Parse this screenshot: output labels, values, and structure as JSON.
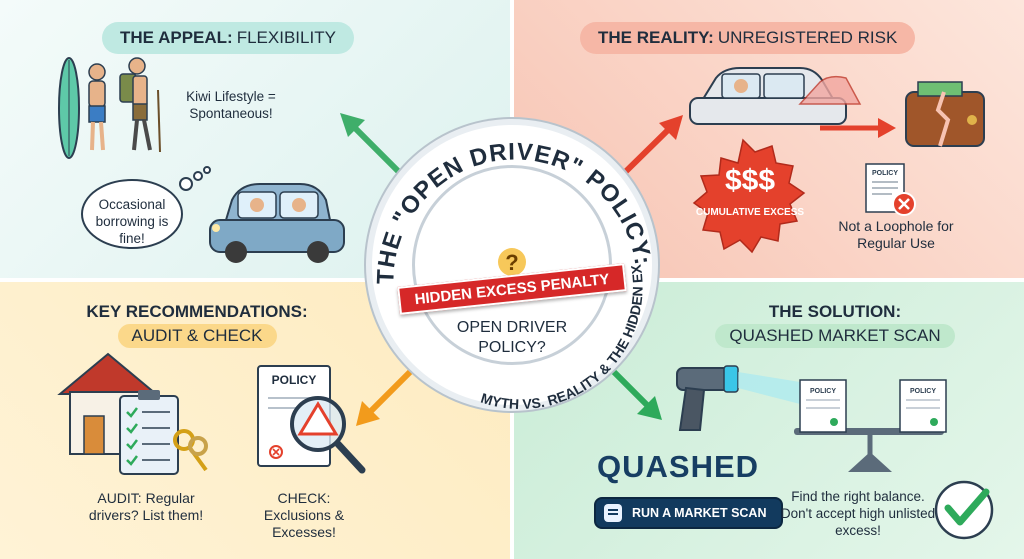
{
  "center": {
    "arc_title": "THE \"OPEN DRIVER\" POLICY:",
    "arc_subtitle": "MYTH VS. REALITY & THE HIDDEN EXCESS",
    "banner": "HIDDEN EXCESS PENALTY",
    "question": "OPEN DRIVER POLICY?",
    "lock_glyph": "?"
  },
  "appeal": {
    "title_strong": "THE APPEAL:",
    "title_light": "FLEXIBILITY",
    "lifestyle": "Kiwi Lifestyle = Spontaneous!",
    "thought": "Occasional borrowing is fine!"
  },
  "reality": {
    "title_strong": "THE REALITY:",
    "title_light": "UNREGISTERED RISK",
    "badge_amount": "$$$",
    "badge_label": "CUMULATIVE EXCESS",
    "policy_label": "POLICY",
    "note": "Not a Loophole for Regular Use"
  },
  "recommendations": {
    "title_line1": "KEY RECOMMENDATIONS:",
    "title_line2": "AUDIT & CHECK",
    "policy_doc_label": "POLICY",
    "audit_text": "AUDIT: Regular drivers? List them!",
    "check_text": "CHECK: Exclusions & Excesses!"
  },
  "solution": {
    "title_line1": "THE SOLUTION:",
    "title_line2": "QUASHED MARKET SCAN",
    "policy_a": "POLICY",
    "policy_b": "POLICY",
    "brand": "QUASHED",
    "button_label": "RUN A MARKET SCAN",
    "advice": "Find the right balance. Don't accept high unlisted excess!"
  },
  "colors": {
    "teal": "#2fb6a8",
    "red": "#e4412c",
    "orange": "#f29b1c",
    "green": "#2eaa5b",
    "navy": "#173e63"
  }
}
